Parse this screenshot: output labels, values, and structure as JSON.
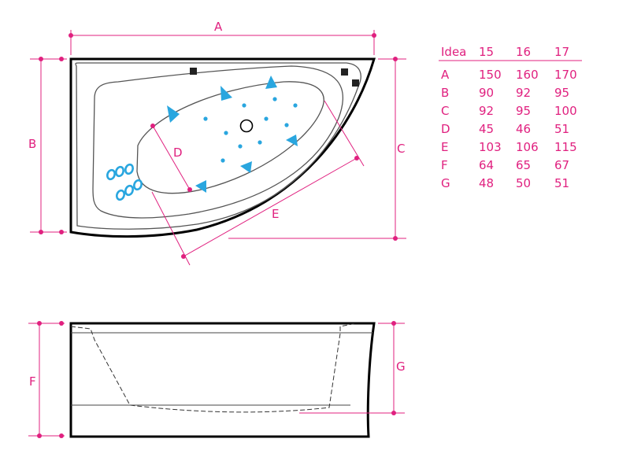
{
  "colors": {
    "accent": "#e0207f",
    "outline": "#000000",
    "jet": "#29a6df",
    "inner": "#555555"
  },
  "dimension_labels": {
    "A": "A",
    "B": "B",
    "C": "C",
    "D": "D",
    "E": "E",
    "F": "F",
    "G": "G"
  },
  "table": {
    "headers": [
      "Idea",
      "15",
      "16",
      "17"
    ],
    "rows": [
      [
        "A",
        "150",
        "160",
        "170"
      ],
      [
        "B",
        "90",
        "92",
        "95"
      ],
      [
        "C",
        "92",
        "95",
        "100"
      ],
      [
        "D",
        "45",
        "46",
        "51"
      ],
      [
        "E",
        "103",
        "106",
        "115"
      ],
      [
        "F",
        "64",
        "65",
        "67"
      ],
      [
        "G",
        "48",
        "50",
        "51"
      ]
    ]
  }
}
